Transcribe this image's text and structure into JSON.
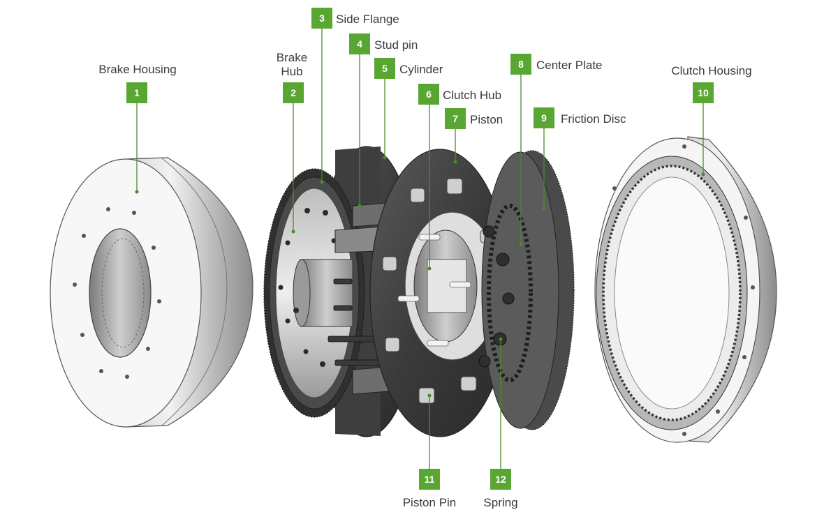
{
  "components": [
    {
      "number": "1",
      "name": "Brake Housing"
    },
    {
      "number": "2",
      "name": "Brake Hub",
      "name_lines": [
        "Brake",
        "Hub"
      ]
    },
    {
      "number": "3",
      "name": "Side Flange"
    },
    {
      "number": "4",
      "name": "Stud pin"
    },
    {
      "number": "5",
      "name": "Cylinder"
    },
    {
      "number": "6",
      "name": "Clutch Hub"
    },
    {
      "number": "7",
      "name": "Piston"
    },
    {
      "number": "8",
      "name": "Center Plate"
    },
    {
      "number": "9",
      "name": "Friction Disc"
    },
    {
      "number": "10",
      "name": "Clutch Housing"
    },
    {
      "number": "11",
      "name": "Piston Pin"
    },
    {
      "number": "12",
      "name": "Spring"
    }
  ],
  "colors": {
    "badge": "#5aa632",
    "leader": "#4d8a2c",
    "label_text": "#3a3a3a"
  }
}
